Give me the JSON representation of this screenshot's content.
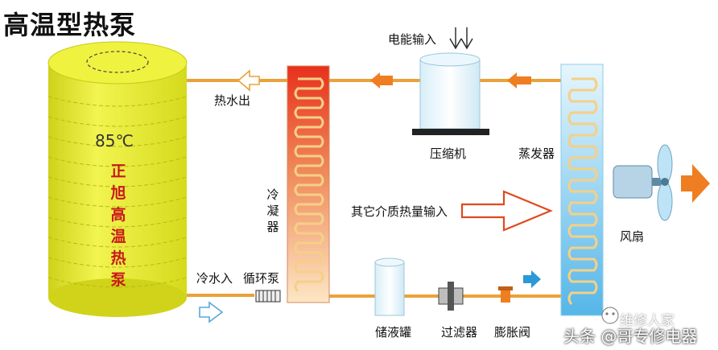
{
  "title": "高温型热泵",
  "labels": {
    "power_input": "电能输入",
    "hot_water_out": "热水出",
    "compressor": "压缩机",
    "evaporator": "蒸发器",
    "condenser": "冷凝器",
    "other_heat_input": "其它介质热量输入",
    "fan": "风扇",
    "cold_water_in": "冷水入",
    "circulation_pump": "循环泵",
    "liquid_tank": "储液罐",
    "filter": "过滤器",
    "expansion_valve": "膨胀阀"
  },
  "tank": {
    "temperature": "85℃",
    "name_chars": [
      "正",
      "旭",
      "高",
      "温",
      "热",
      "泵"
    ]
  },
  "watermark": {
    "line1": "维修人家",
    "line2": "头条 @哥专修电器"
  },
  "colors": {
    "tank_yellow": "#e7ec2a",
    "pipe": "#e9a23a",
    "condenser_hot": "#e8301c",
    "evaporator_cold": "#6ec0ea",
    "arrow_orange": "#ef7e22",
    "arrow_blue": "#2b99d6",
    "name_red": "#c9181b"
  }
}
